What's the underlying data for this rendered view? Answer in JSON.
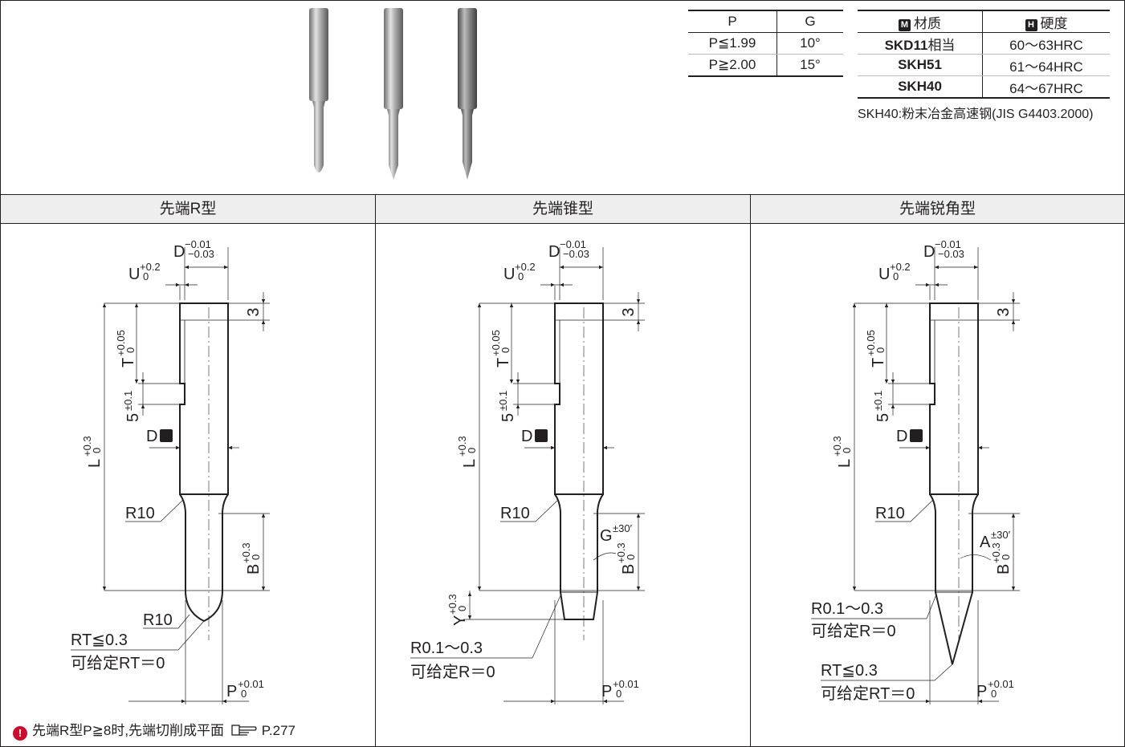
{
  "pg_table": {
    "headers": [
      "P",
      "G"
    ],
    "rows": [
      [
        "P≦1.99",
        "10°"
      ],
      [
        "P≧2.00",
        "15°"
      ]
    ]
  },
  "material_table": {
    "header_material_icon": "M",
    "header_material": "材质",
    "header_hardness_icon": "H",
    "header_hardness": "硬度",
    "rows": [
      [
        "SKD11",
        "相当",
        "60～63HRC"
      ],
      [
        "SKH51",
        "",
        "61～64HRC"
      ],
      [
        "SKH40",
        "",
        "64～67HRC"
      ]
    ],
    "note": "SKH40:粉末冶金高速钢(JIS G4403.2000)"
  },
  "sections": [
    "先端R型",
    "先端锥型",
    "先端锐角型"
  ],
  "dims": {
    "D_top": "D",
    "D_tol_upper": "−0.01",
    "D_tol_lower": "−0.03",
    "U": "U",
    "U_tol_upper": "+0.2",
    "U_tol_lower": "0",
    "three": "3",
    "T": "T",
    "T_tol_upper": "+0.05",
    "T_tol_lower": "0",
    "five": "5",
    "five_tol": "±0.1",
    "D_mid": "D",
    "T_badge": "T",
    "L": "L",
    "L_tol_upper": "+0.3",
    "L_tol_lower": "0",
    "B": "B",
    "B_tol_upper": "+0.3",
    "B_tol_lower": "0",
    "R10": "R10",
    "P": "P",
    "P_tol_upper": "+0.01",
    "P_tol_lower": "0",
    "Y": "Y",
    "Y_tol_upper": "+0.3",
    "Y_tol_lower": "0",
    "G": "G",
    "G_tol": "±30′",
    "A": "A",
    "A_tol": "±30′",
    "RT1": "RT≦0.3",
    "RT2": "可给定RT＝0",
    "R01_1": "R0.1～0.3",
    "R01_2": "可给定R＝0"
  },
  "bottom_note": {
    "icon": "!",
    "text": "先端R型P≧8时,先端切削成平面",
    "ref_icon": "pointing-hand-icon",
    "ref": "P.277"
  },
  "colors": {
    "blue": "#1a75bc",
    "ink": "#231f20",
    "header_bg": "#eeeeee"
  }
}
